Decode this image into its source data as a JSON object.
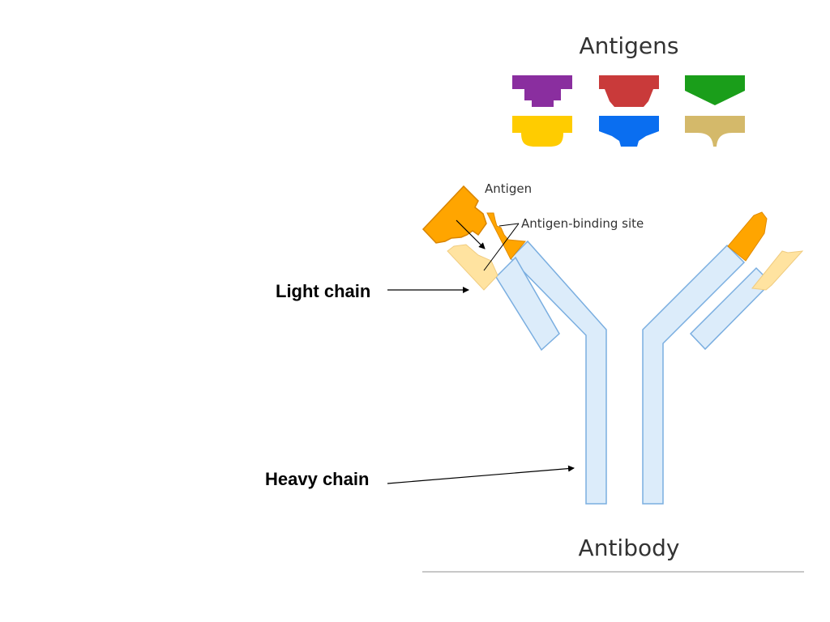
{
  "title": "Antigens",
  "caption": "Antibody",
  "labels": {
    "antigen": "Antigen",
    "binding_site": "Antigen-binding site",
    "light_chain": "Light chain",
    "heavy_chain": "Heavy chain"
  },
  "antigen_colors": [
    "#8a2e9f",
    "#c93a3a",
    "#1a9e1a",
    "#ffcc00",
    "#0a6ef0",
    "#d4b96a"
  ],
  "colors": {
    "chain_fill": "#dcecfa",
    "chain_stroke": "#7aaee0",
    "variable_heavy": "#ffa500",
    "variable_light": "#ffe3a0",
    "antigen": "#ffa500",
    "divider": "#c8c8c8"
  }
}
